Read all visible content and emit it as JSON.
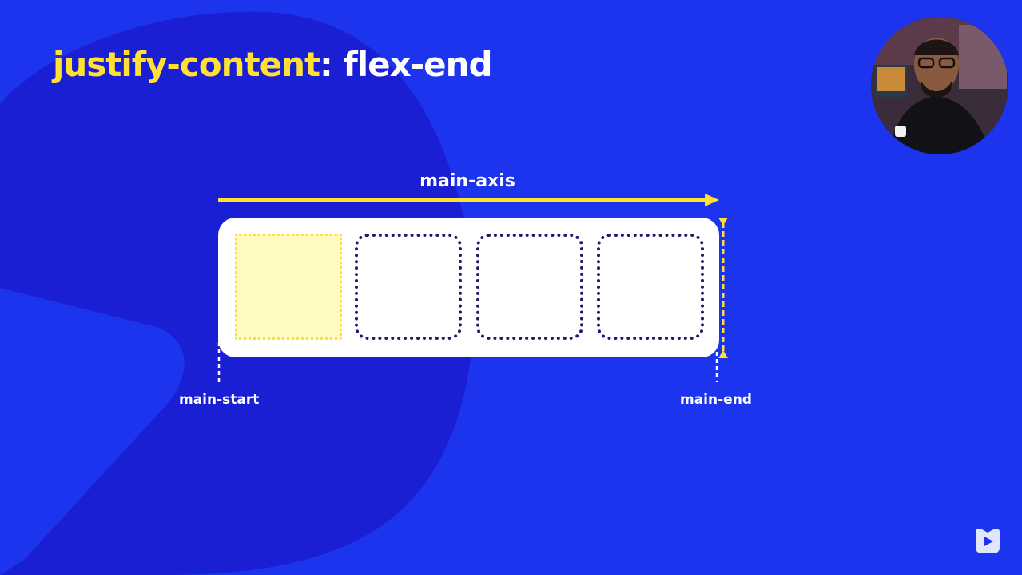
{
  "slide": {
    "title_property": "justify-content",
    "title_separator": ": ",
    "title_value": "flex-end"
  },
  "diagram": {
    "axis_label": "main-axis",
    "start_label": "main-start",
    "end_label": "main-end",
    "items": [
      {
        "kind": "ghost-placeholder"
      },
      {
        "kind": "flex-item"
      },
      {
        "kind": "flex-item"
      },
      {
        "kind": "flex-item"
      }
    ]
  },
  "colors": {
    "background": "#1c34ee",
    "background_shape": "#1a1fd4",
    "accent_yellow": "#ffe033",
    "item_border": "#1a1a6e",
    "ghost_fill": "#fffac0"
  },
  "icons": {
    "axis_arrow": "arrow-right-icon",
    "logo": "play-logo-icon"
  }
}
